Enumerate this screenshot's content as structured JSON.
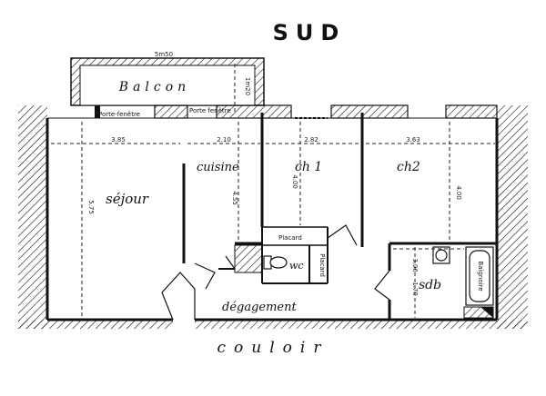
{
  "plan": {
    "orientation_top": "SUD",
    "corridor": "couloir",
    "balcony": "Balcon",
    "rooms": {
      "sejour": "séjour",
      "cuisine": "cuisine",
      "ch1": "ch 1",
      "ch2": "ch2",
      "degagement": "dégagement",
      "wc": "wc",
      "sdb": "sdb"
    },
    "fixtures": {
      "placard_top": "Placard",
      "placard_side": "Placard",
      "baignoire": "Baignoire",
      "porte_fenetre_left": "Porte-fenêtre",
      "porte_fenetre_right": "Porte fenêtre"
    },
    "dimensions": {
      "balcon_width": "5m50",
      "balcon_depth": "1m20",
      "sejour_width": "3.85",
      "sejour_depth": "5.75",
      "cuisine_width": "2.10",
      "cuisine_depth": "4.55",
      "ch1_width": "2.82",
      "ch1_depth": "4.00",
      "ch2_width": "3.63",
      "ch2_depth": "4.00",
      "sdb_width": "3.06",
      "sdb_depth": "1.70"
    },
    "colors": {
      "ink": "#111111",
      "paper": "#ffffff"
    }
  }
}
